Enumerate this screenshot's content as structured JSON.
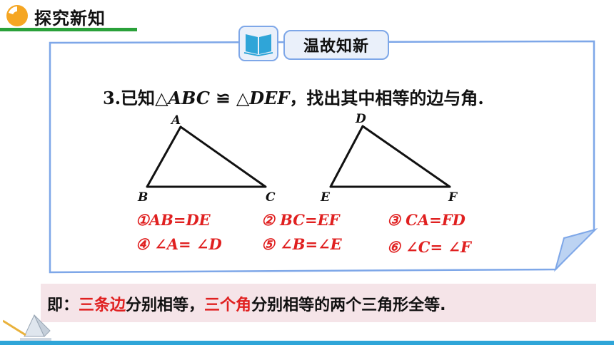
{
  "header": {
    "title": "探究新知"
  },
  "badge": {
    "label": "温故知新"
  },
  "question": {
    "prefix": "3.已知",
    "tri1": "△ABC",
    "congruent": " ≌ ",
    "tri2": "△DEF",
    "suffix": "，找出其中相等的边与角."
  },
  "triangles": {
    "left": {
      "A": "A",
      "B": "B",
      "C": "C"
    },
    "right": {
      "D": "D",
      "E": "E",
      "F": "F"
    }
  },
  "answers": [
    "①AB=DE",
    "② BC=EF",
    "③ CA=FD",
    "④ ∠A= ∠D",
    "⑤  ∠B=∠E",
    "⑥ ∠C= ∠F"
  ],
  "conclusion": {
    "p1": "即：",
    "p2": "三条边",
    "p3": "分别相等，",
    "p4": "三个角",
    "p5": "分别相等的两个三角形全等."
  },
  "colors": {
    "accent_green": "#2aa13a",
    "answer_red": "#e02020",
    "frame_blue": "#7ea7e8"
  }
}
